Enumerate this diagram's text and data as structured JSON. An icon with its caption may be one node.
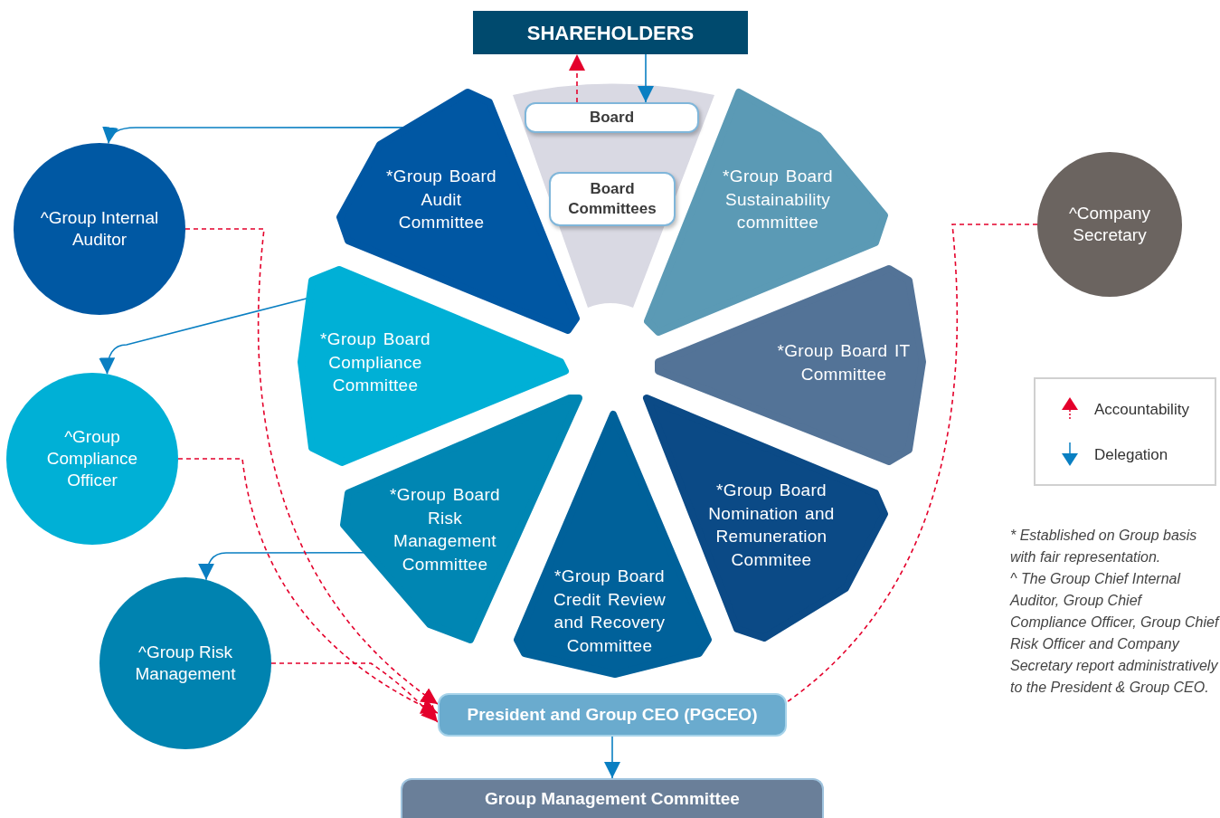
{
  "diagram": {
    "nodes": [
      {
        "text": [
          "SHAREHOLDERS"
        ]
      },
      {
        "text": [
          "Board"
        ]
      },
      {
        "text": [
          "Board Committees"
        ]
      },
      {
        "text": [
          "*Group Board Audit Committee"
        ]
      },
      {
        "text": [
          "*Group Board Sustainability committee"
        ]
      },
      {
        "text": [
          "*Group Board Compliance Committee"
        ]
      },
      {
        "text": [
          "*Group Board IT Committee"
        ]
      },
      {
        "text": [
          "*Group Board Risk Management Committee"
        ]
      },
      {
        "text": [
          "*Group Board Nomination and Remuneration Commitee"
        ]
      },
      {
        "text": [
          "*Group Board Credit Review and Recovery Committee"
        ]
      },
      {
        "text": [
          "^Group Internal Auditor"
        ]
      },
      {
        "text": [
          "^Company Secretary"
        ]
      },
      {
        "text": [
          "^Group Compliance Officer"
        ]
      },
      {
        "text": [
          "^Group Risk Management"
        ]
      },
      {
        "text": [
          "President and Group CEO (PGCEO)"
        ]
      },
      {
        "text": [
          "Group Management Committee"
        ]
      }
    ],
    "edges": [
      {
        "from": 1,
        "to": 0,
        "arrow": "to",
        "style": "dashed",
        "color": "#e4002b"
      },
      {
        "from": 0,
        "to": 1,
        "arrow": "to",
        "color": "#0a7fc2"
      },
      {
        "from": 3,
        "to": 10,
        "arrow": "to",
        "color": "#0a7fc2"
      },
      {
        "from": 5,
        "to": 12,
        "arrow": "to",
        "color": "#0a7fc2"
      },
      {
        "from": 7,
        "to": 13,
        "arrow": "to",
        "color": "#0a7fc2"
      },
      {
        "from": 10,
        "to": 14,
        "arrow": "to",
        "style": "dashed",
        "color": "#e4002b"
      },
      {
        "from": 12,
        "to": 14,
        "arrow": "to",
        "style": "dashed",
        "color": "#e4002b"
      },
      {
        "from": 13,
        "to": 14,
        "arrow": "to",
        "style": "dashed",
        "color": "#e4002b"
      },
      {
        "from": 11,
        "to": 14,
        "arrow": "none",
        "style": "dashed",
        "color": "#e4002b"
      },
      {
        "from": 14,
        "to": 15,
        "arrow": "to",
        "color": "#0a7fc2"
      }
    ],
    "labels": [
      "* Established on Group basis with fair representation.",
      "^ The Group Chief Internal Auditor, Group Chief Compliance Officer, Group Chief Risk Officer and Company Secretary report administratively to the President & Group CEO."
    ],
    "legend": [
      {
        "text": "Accountability"
      },
      {
        "text": "Delegation"
      }
    ]
  }
}
